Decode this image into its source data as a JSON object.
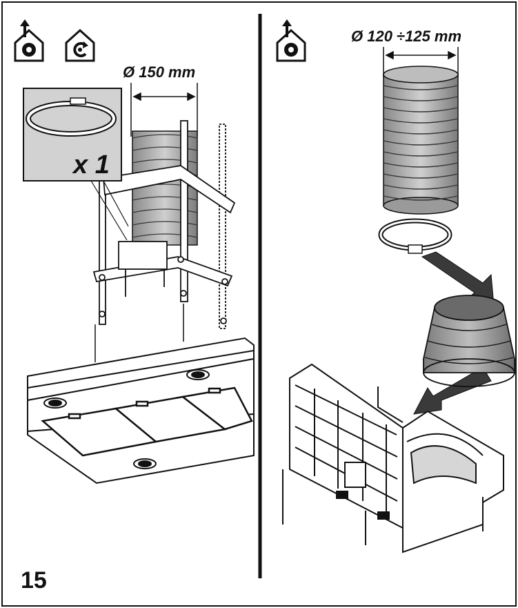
{
  "left_panel": {
    "dimension_label": "Ø 150 mm",
    "quantity_label": "x 1",
    "icons": [
      "duct-out-icon",
      "recirculation-icon"
    ]
  },
  "right_panel": {
    "dimension_label": "Ø 120 ÷125 mm",
    "icons": [
      "duct-out-icon"
    ]
  },
  "step_number": "15",
  "colors": {
    "line": "#111111",
    "part_gray": "#9a9a9a",
    "inset_bg": "#d2d2d2",
    "arrow": "#3a3a3a"
  }
}
